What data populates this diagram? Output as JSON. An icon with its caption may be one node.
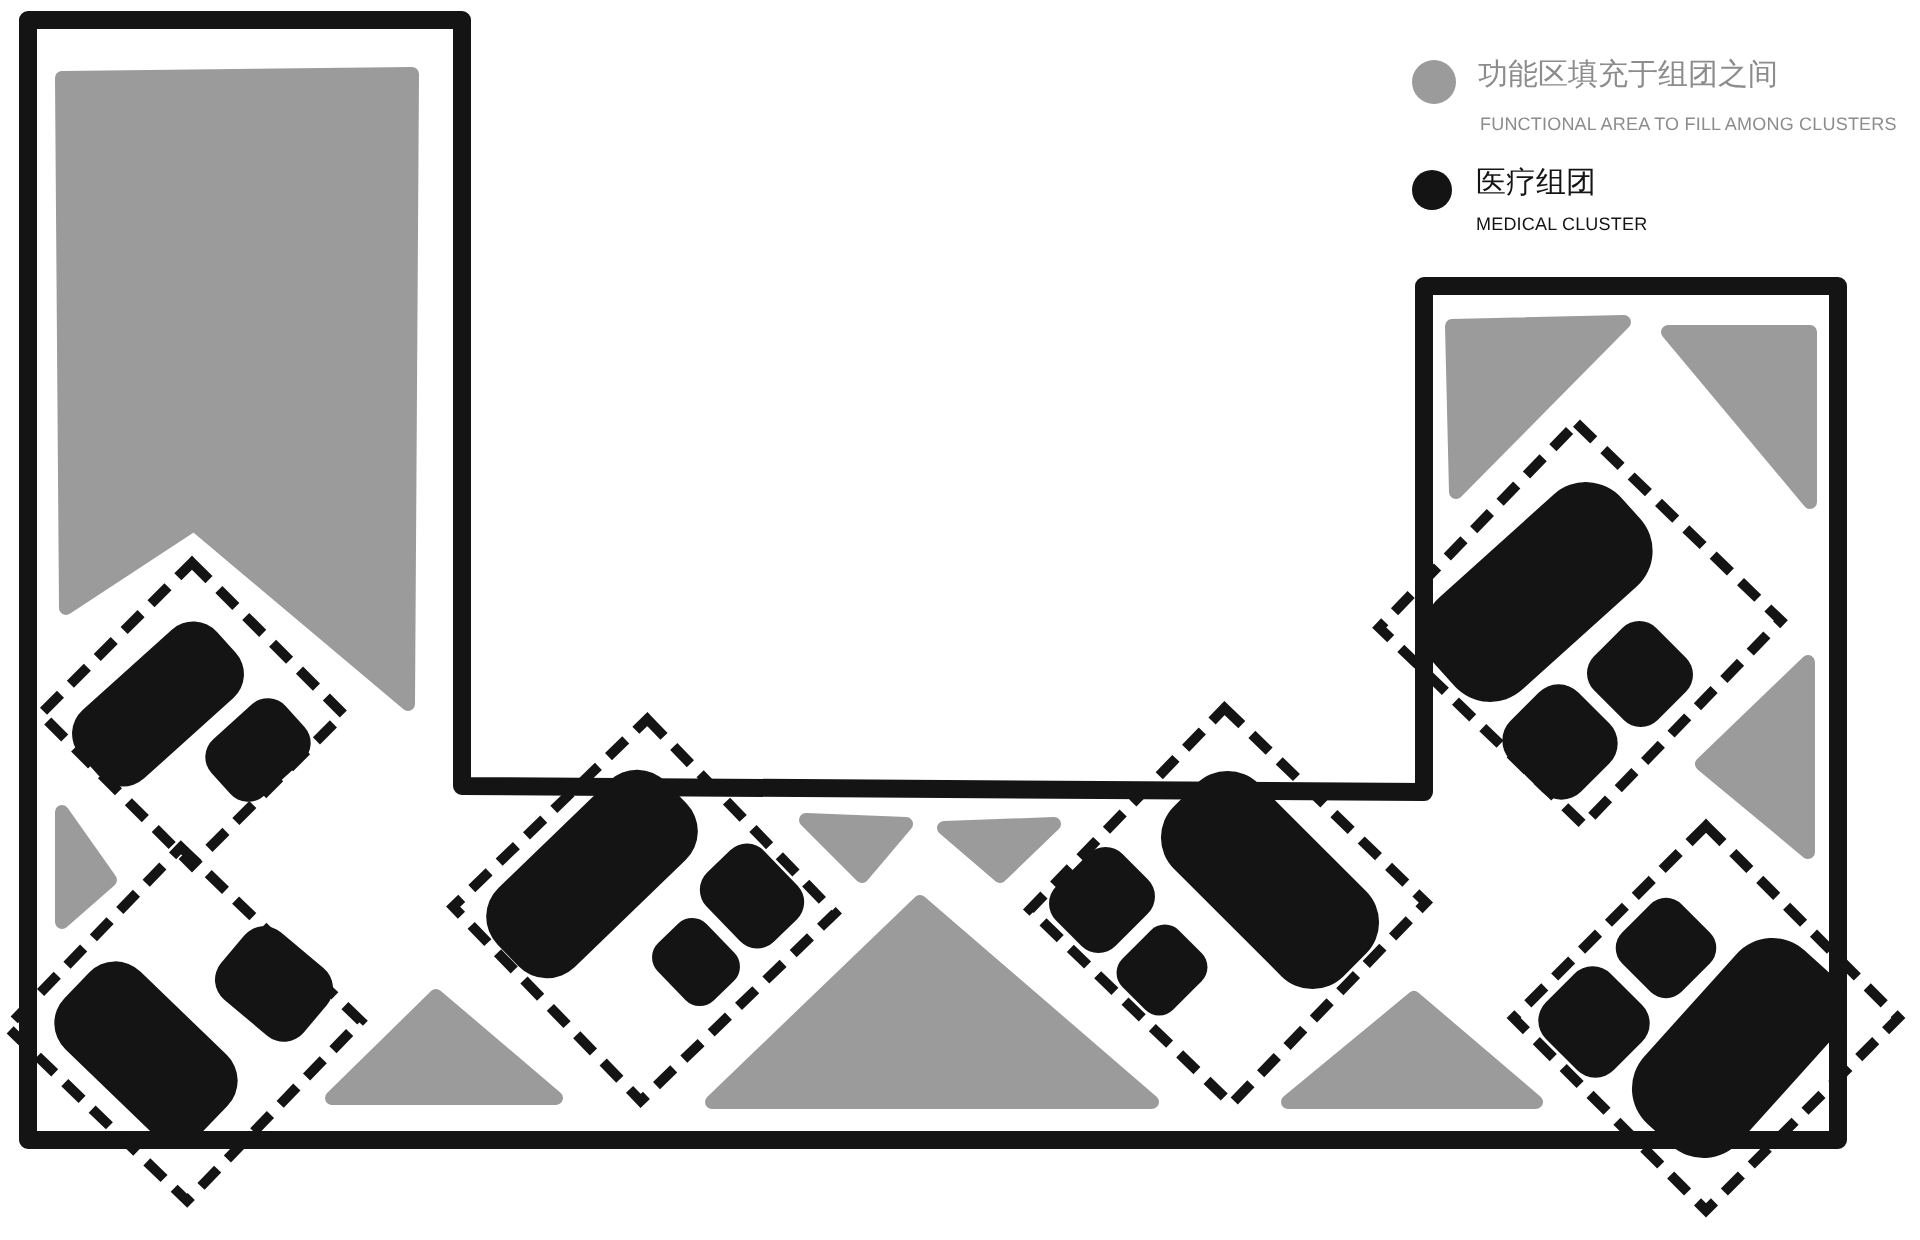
{
  "diagram": {
    "labels": [
      "FUNCTIONAL AREA TO FILL AMONG CLUSTERS",
      "MEDICAL CLUSTER"
    ],
    "legend": [
      {
        "text": "功能区填充于组团之间",
        "color": "#9b9b9b"
      },
      {
        "text": "医疗组团",
        "color": "#141414"
      }
    ]
  }
}
